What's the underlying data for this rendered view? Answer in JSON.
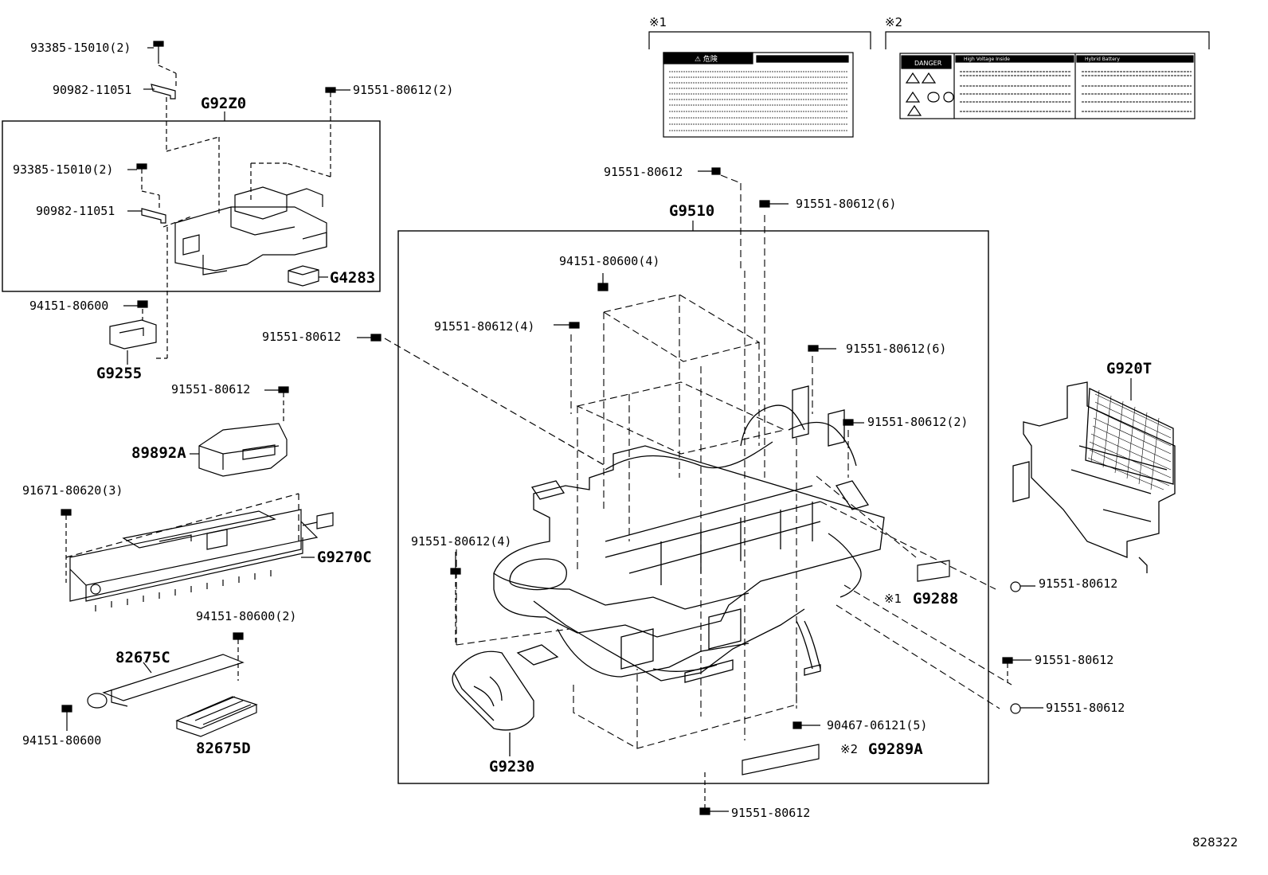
{
  "diagram_id": "828322",
  "notes": {
    "n1": "※1",
    "n2": "※2"
  },
  "labels": {
    "l_93385_top": "93385-15010(2)",
    "l_90982_top": "90982-11051",
    "l_g92z0": "G92Z0",
    "l_91551_2_top": "91551-80612(2)",
    "l_93385_inner": "93385-15010(2)",
    "l_90982_inner": "90982-11051",
    "l_g4283": "G4283",
    "l_94151_left": "94151-80600",
    "l_g9255": "G9255",
    "l_91551_left": "91551-80612",
    "l_91551_89892": "91551-80612",
    "l_89892a": "89892A",
    "l_91671": "91671-80620(3)",
    "l_g9270c": "G9270C",
    "l_94151_2": "94151-80600(2)",
    "l_82675c": "82675C",
    "l_94151_bottom": "94151-80600",
    "l_82675d": "82675D",
    "l_91551_mid_top": "91551-80612",
    "l_91551_6_top": "91551-80612(6)",
    "l_g9510": "G9510",
    "l_94151_4": "94151-80600(4)",
    "l_91551_4_a": "91551-80612(4)",
    "l_91551_6_b": "91551-80612(6)",
    "l_91551_2_b": "91551-80612(2)",
    "l_91551_4_b": "91551-80612(4)",
    "l_g9288": "G9288",
    "l_g9230": "G9230",
    "l_90467": "90467-06121(5)",
    "l_g9289a": "G9289A",
    "l_91551_bottom": "91551-80612",
    "l_g920t": "G920T",
    "l_91551_r1": "91551-80612",
    "l_91551_r2": "91551-80612",
    "l_91551_r3": "91551-80612"
  },
  "decal1": {
    "header": "⚠ 危険"
  },
  "decal2": {
    "danger": "DANGER",
    "col1": "High Voltage Inside",
    "col2": "Hybrid Battery"
  }
}
